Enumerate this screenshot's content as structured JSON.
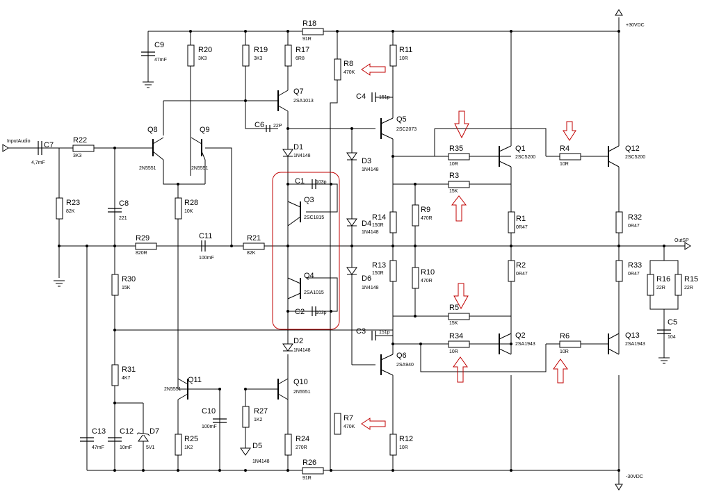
{
  "rails": {
    "pos": "+30VDC",
    "neg": "-30VDC"
  },
  "io": {
    "input": "InputAudio",
    "output": "OutSP"
  },
  "resistors": {
    "R1": "0R47",
    "R2": "0R47",
    "R3": "15K",
    "R4": "10R",
    "R5": "15K",
    "R6": "10R",
    "R7": "470K",
    "R8": "470K",
    "R9": "470R",
    "R10": "470R",
    "R11": "10R",
    "R12": "10R",
    "R13": "150R",
    "R14": "150R",
    "R15": "22R",
    "R16": "22R",
    "R17": "6R8",
    "R18": "91R",
    "R19": "3K3",
    "R20": "3K3",
    "R21": "82K",
    "R22": "3K3",
    "R23": "82K",
    "R24": "270R",
    "R25": "1K2",
    "R26": "91R",
    "R27": "1K2",
    "R28": "10K",
    "R29": "820R",
    "R30": "15K",
    "R31": "4K7",
    "R32": "0R47",
    "R33": "0R47",
    "R34": "10R",
    "R35": "10R"
  },
  "capacitors": {
    "C1": "103p",
    "C2": "103p",
    "C3": "151p",
    "C4": "151p",
    "C5": "104",
    "C6": "22P",
    "C7": "4,7mF",
    "C8": "221",
    "C9": "47mF",
    "C10": "100mF",
    "C11": "100mF",
    "C12": "10mF",
    "C13": "47mF"
  },
  "diodes": {
    "D1": "1N4148",
    "D2": "1N4148",
    "D3": "1N4148",
    "D4": "1N4148",
    "D5": "1N4148",
    "D6": "1N4148",
    "D7": "5V1"
  },
  "transistors": {
    "Q1": "2SC5200",
    "Q2": "2SA1943",
    "Q3": "2SC1815",
    "Q4": "2SA1015",
    "Q5": "2SC2073",
    "Q6": "2SA940",
    "Q7": "2SA1013",
    "Q8": "2N5551",
    "Q9": "2N5551",
    "Q10": "2N5551",
    "Q11": "2N5551",
    "Q12": "2SC5200",
    "Q13": "2SA1943"
  },
  "colors": {
    "wire": "#000000",
    "annotation": "#c00000"
  }
}
